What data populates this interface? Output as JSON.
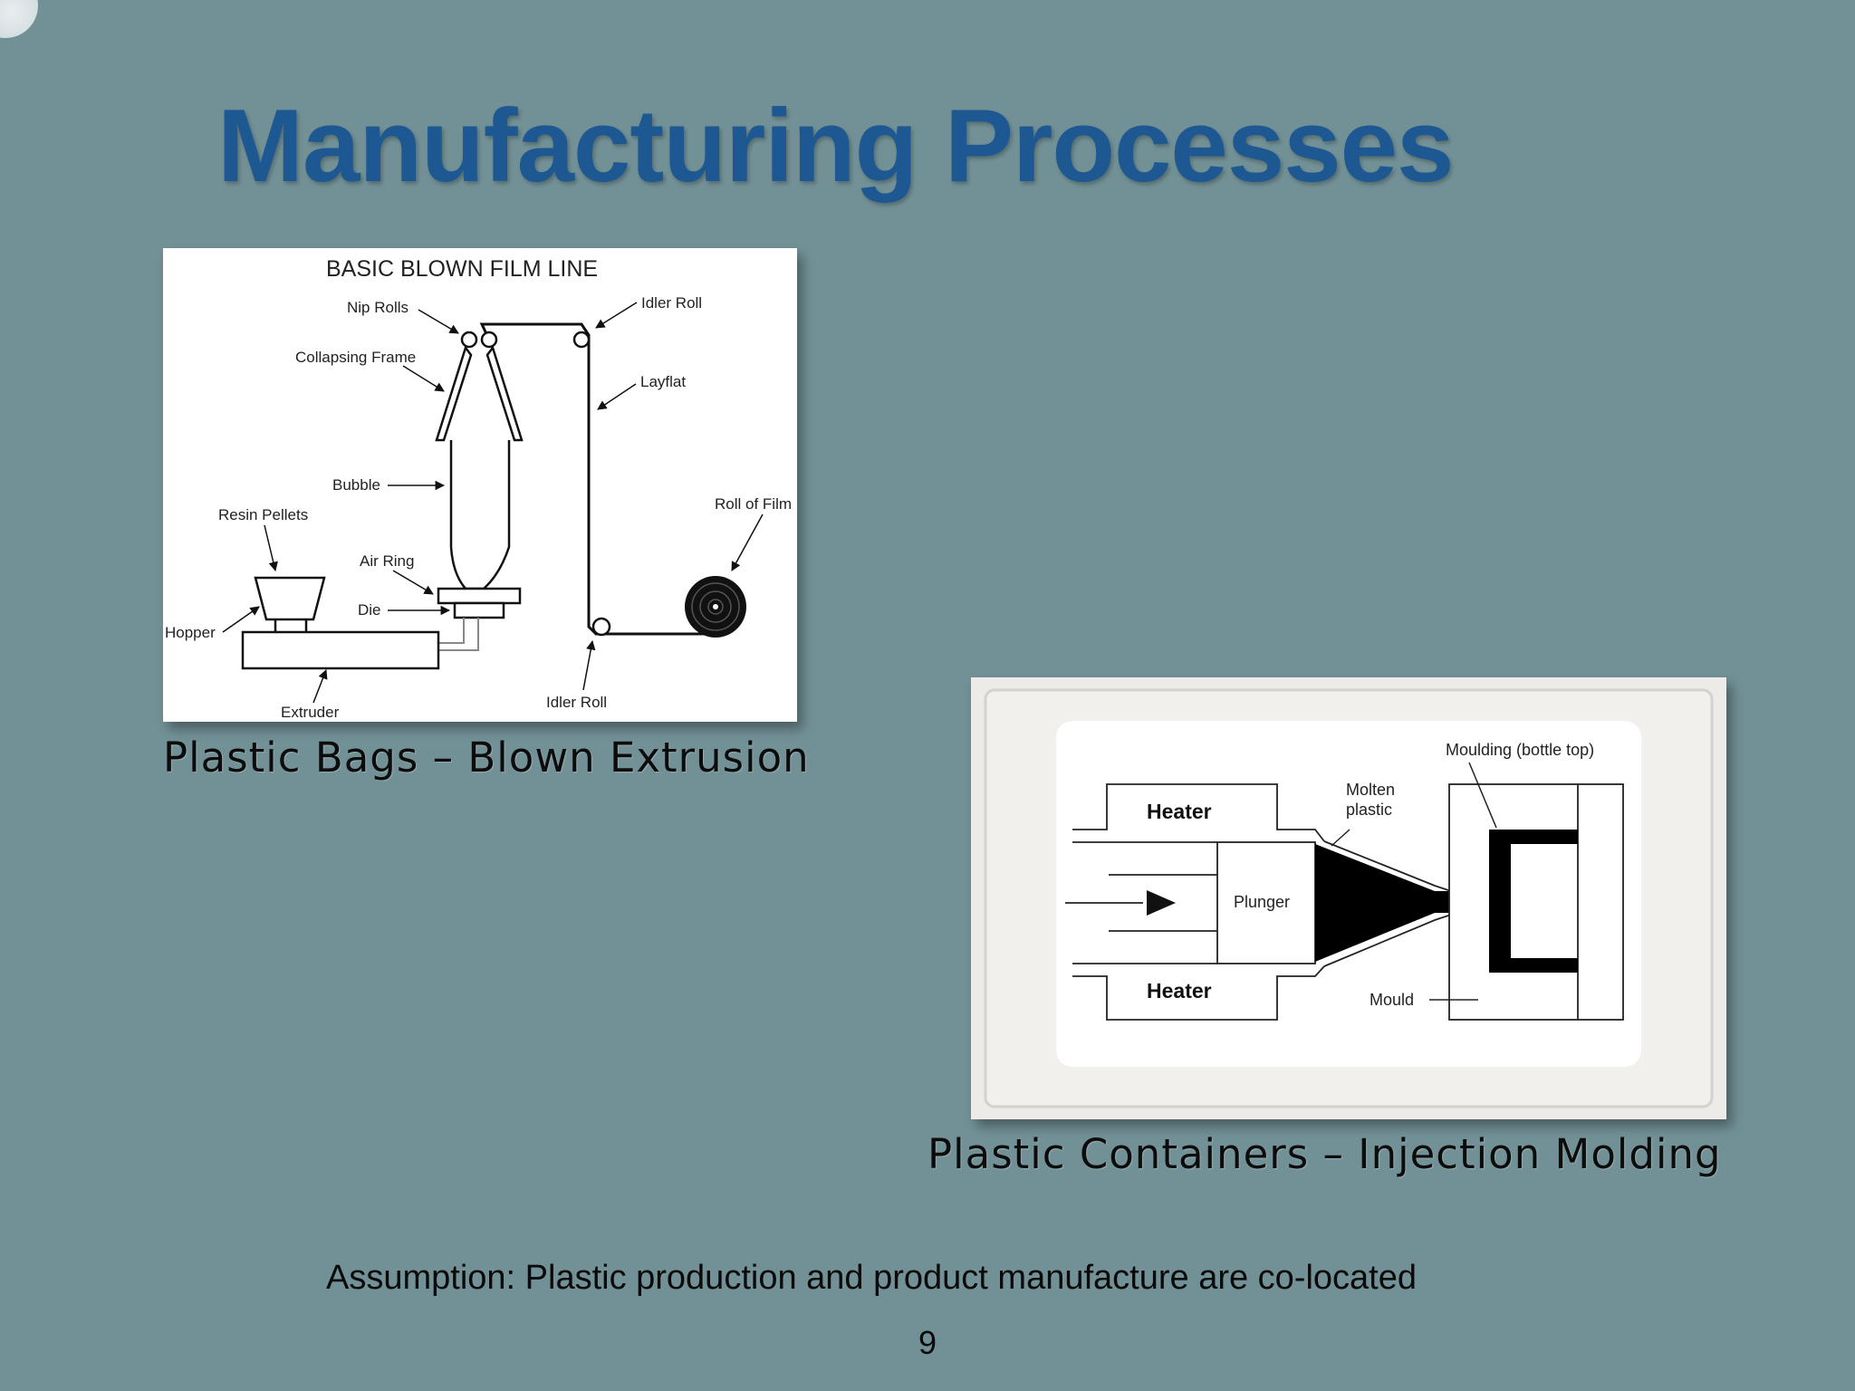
{
  "slide": {
    "title": "Manufacturing Processes",
    "page_number": "9",
    "note": "Assumption: Plastic production and product manufacture are co-located"
  },
  "blown_film": {
    "caption": "Plastic Bags – Blown Extrusion",
    "diagram_title": "BASIC BLOWN FILM LINE",
    "labels": {
      "nip_rolls": "Nip Rolls",
      "idler_roll_top": "Idler Roll",
      "collapsing_frame": "Collapsing Frame",
      "layflat": "Layflat",
      "bubble": "Bubble",
      "resin_pellets": "Resin Pellets",
      "roll_of_film": "Roll of Film",
      "air_ring": "Air Ring",
      "die": "Die",
      "hopper": "Hopper",
      "extruder": "Extruder",
      "idler_roll_bottom": "Idler Roll"
    }
  },
  "injection": {
    "caption": "Plastic Containers – Injection Molding",
    "labels": {
      "moulding": "Moulding (bottle top)",
      "molten_line1": "Molten",
      "molten_line2": "plastic",
      "heater_top": "Heater",
      "heater_bottom": "Heater",
      "plunger": "Plunger",
      "mould": "Mould"
    }
  }
}
